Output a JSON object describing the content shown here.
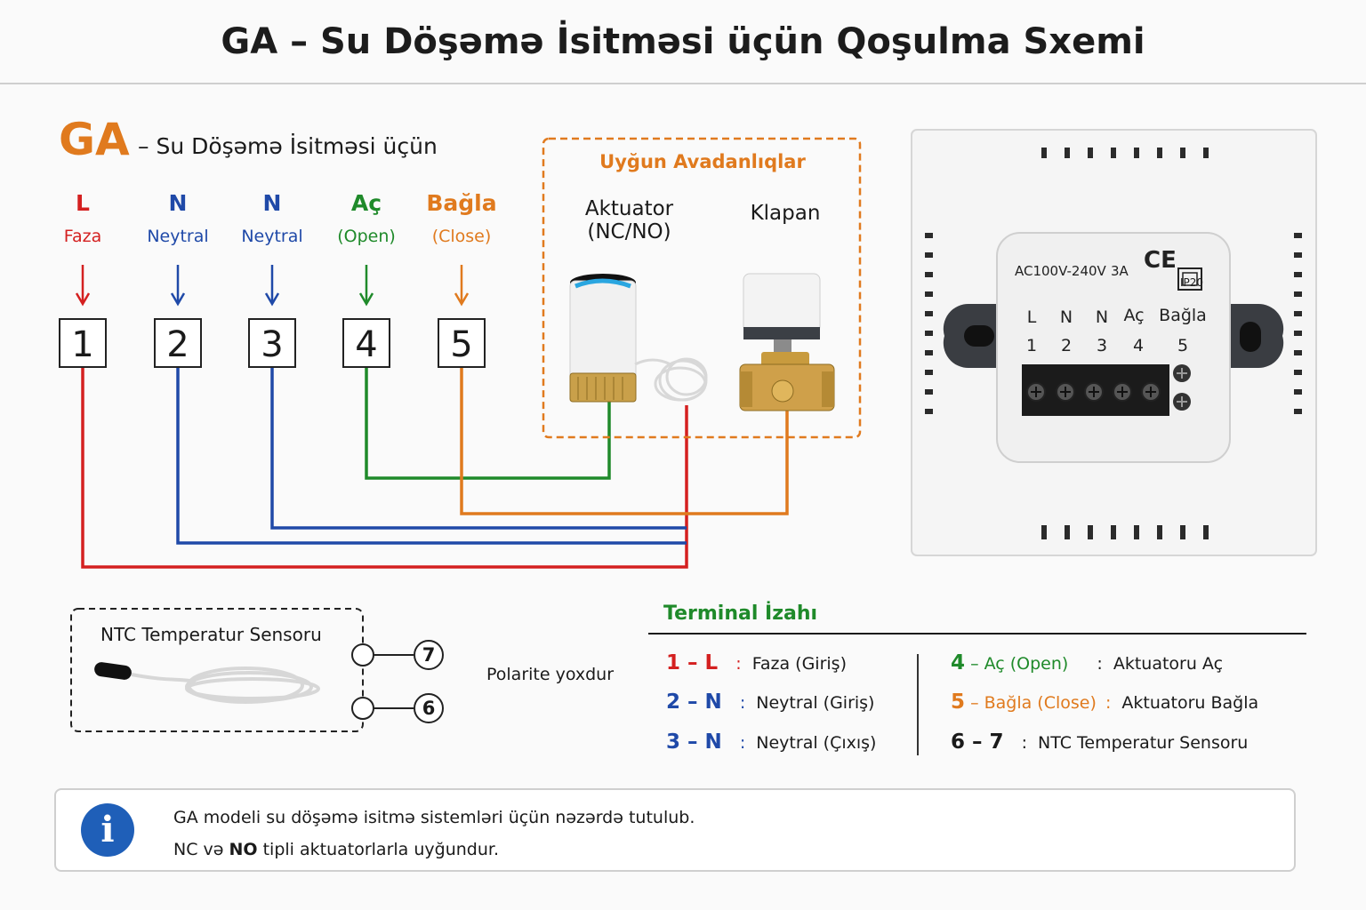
{
  "header": {
    "title": "GA – Su Döşəmə İsitməsi üçün Qoşulma Sxemi"
  },
  "model": {
    "code": "GA",
    "subtitle": "– Su Döşəmə İsitməsi üçün"
  },
  "terminals": [
    {
      "number": "1",
      "label": "L",
      "sub": "Faza",
      "color": "#d42020"
    },
    {
      "number": "2",
      "label": "N",
      "sub": "Neytral",
      "color": "#1f49a8"
    },
    {
      "number": "3",
      "label": "N",
      "sub": "Neytral",
      "color": "#1f49a8"
    },
    {
      "number": "4",
      "label": "Aç",
      "sub": "(Open)",
      "color": "#1f8a2a"
    },
    {
      "number": "5",
      "label": "Bağla",
      "sub": "(Close)",
      "color": "#e07a1e"
    }
  ],
  "equipment": {
    "title": "Uyğun Avadanlıqlar",
    "actuator_label": "Aktuator",
    "actuator_sub": "(NC/NO)",
    "valve_label": "Klapan"
  },
  "device": {
    "rating": "AC100V-240V",
    "current": "3A",
    "ce": "CE",
    "ip": "IP20",
    "terminal_labels": [
      "L",
      "N",
      "N",
      "Aç",
      "Bağla"
    ],
    "terminal_numbers": [
      "1",
      "2",
      "3",
      "4",
      "5"
    ]
  },
  "sensor": {
    "title": "NTC Temperatur Sensoru",
    "pin_a": "7",
    "pin_b": "6",
    "polarity": "Polarite yoxdur"
  },
  "legend": {
    "title": "Terminal İzahı",
    "rows": [
      {
        "key": "1 – L",
        "sep": ":",
        "desc": "Faza (Giriş)",
        "color": "#d42020"
      },
      {
        "key": "2 – N",
        "sep": ":",
        "desc": "Neytral (Giriş)",
        "color": "#1f49a8"
      },
      {
        "key": "3 – N",
        "sep": ":",
        "desc": "Neytral (Çıxış)",
        "color": "#1f49a8"
      },
      {
        "key": "4",
        "mid": "– Aç (Open)",
        "sep": ":",
        "desc": "Aktuatoru Aç",
        "color": "#1f8a2a"
      },
      {
        "key": "5",
        "mid": "– Bağla (Close)",
        "sep": ":",
        "desc": "Aktuatoru Bağla",
        "color": "#e07a1e"
      },
      {
        "key": "6 – 7",
        "sep": ":",
        "desc": "NTC Temperatur Sensoru",
        "color": "#1a1a1a"
      }
    ]
  },
  "info": {
    "line1": "GA modeli su döşəmə isitmə sistemləri üçün nəzərdə tutulub.",
    "line2_pre": "NC və ",
    "line2_bold": "NO",
    "line2_post": " tipli aktuatorlarla uyğundur.",
    "icon": "info-icon"
  },
  "colors": {
    "red": "#d42020",
    "blue": "#1f49a8",
    "green": "#1f8a2a",
    "orange": "#e07a1e"
  }
}
